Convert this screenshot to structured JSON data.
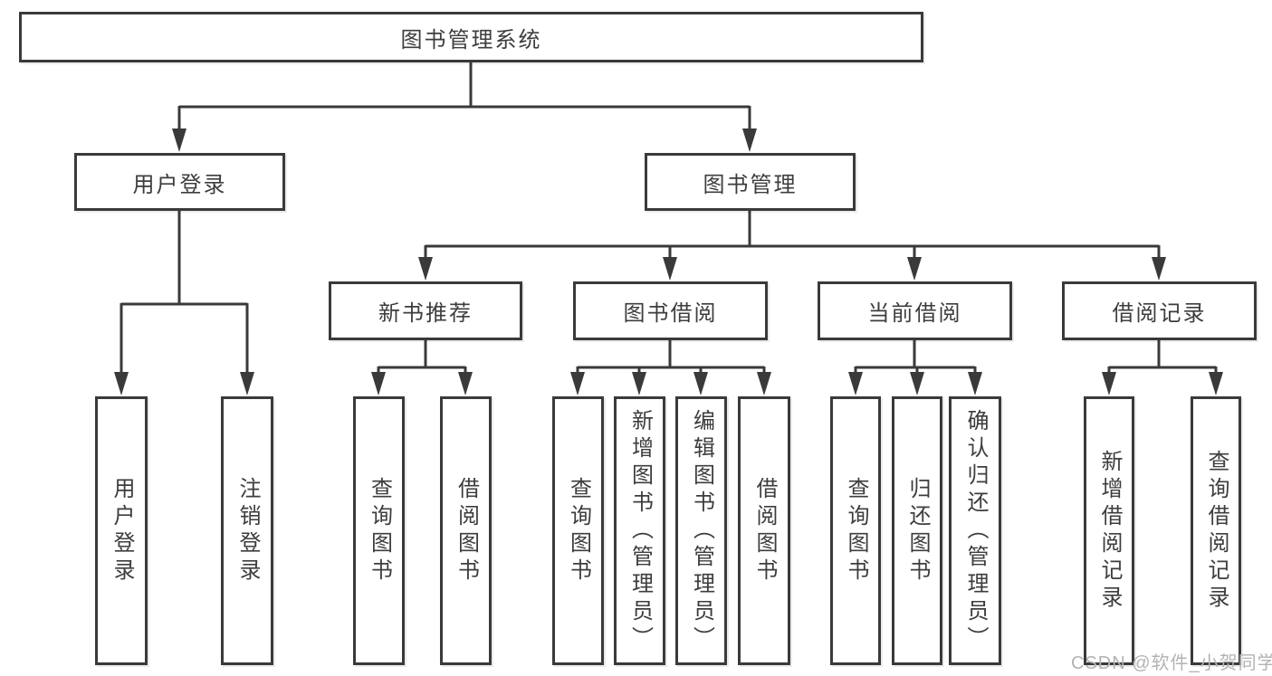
{
  "diagram": {
    "root": {
      "label": "图书管理系统"
    },
    "level2": [
      {
        "label": "用户登录",
        "children": [
          {
            "label": "用户登录"
          },
          {
            "label": "注销登录"
          }
        ]
      },
      {
        "label": "图书管理",
        "children": [
          {
            "label": "新书推荐",
            "children": [
              {
                "label": "查询图书"
              },
              {
                "label": "借阅图书"
              }
            ]
          },
          {
            "label": "图书借阅",
            "children": [
              {
                "label": "查询图书"
              },
              {
                "label": "新增图书（管理员）"
              },
              {
                "label": "编辑图书（管理员）"
              },
              {
                "label": "借阅图书"
              }
            ]
          },
          {
            "label": "当前借阅",
            "children": [
              {
                "label": "查询图书"
              },
              {
                "label": "归还图书"
              },
              {
                "label": "确认归还（管理员）"
              }
            ]
          },
          {
            "label": "借阅记录",
            "children": [
              {
                "label": "新增借阅记录"
              },
              {
                "label": "查询借阅记录"
              }
            ]
          }
        ]
      }
    ]
  },
  "watermark": {
    "text": "CSDN @软件_小贺同学"
  },
  "colors": {
    "line": "#3a3a3a",
    "text": "#3d3d3d",
    "box_background": "#ffffff",
    "watermark": "#b3b3b3"
  }
}
